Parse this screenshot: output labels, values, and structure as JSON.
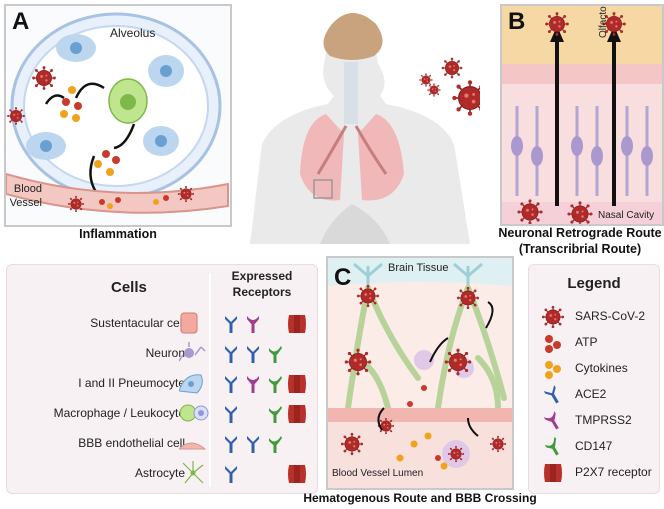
{
  "panels": {
    "a": {
      "letter": "A",
      "alveolus": "Alveolus",
      "blood_vessel": "Blood\nVessel",
      "caption": "Inflammation"
    },
    "b": {
      "letter": "B",
      "olfactory": "Olfactory Bulb",
      "nasal": "Nasal Cavity",
      "caption_1": "Neuronal Retrograde Route",
      "caption_2": "(Transcribrial Route)"
    },
    "c": {
      "letter": "C",
      "brain": "Brain Tissue",
      "lumen": "Blood Vessel Lumen",
      "caption": "Hematogenous Route and BBB Crossing"
    }
  },
  "table": {
    "title_cells": "Cells",
    "title_receptors_1": "Expressed",
    "title_receptors_2": "Receptors",
    "rows": [
      {
        "label": "Sustentacular cell",
        "receptors": [
          "ace2",
          "tmprss2",
          "",
          "p2x7"
        ]
      },
      {
        "label": "Neuron",
        "receptors": [
          "ace2",
          "ace2",
          "cd147",
          ""
        ]
      },
      {
        "label": "I and II Pneumocyte",
        "receptors": [
          "ace2",
          "tmprss2",
          "cd147",
          "p2x7"
        ]
      },
      {
        "label": "Macrophage / Leukocyte",
        "receptors": [
          "ace2",
          "",
          "cd147",
          "p2x7"
        ]
      },
      {
        "label": "BBB endothelial cell",
        "receptors": [
          "ace2",
          "ace2",
          "cd147",
          ""
        ]
      },
      {
        "label": "Astrocyte",
        "receptors": [
          "ace2",
          "",
          "",
          "p2x7"
        ]
      }
    ]
  },
  "legend": {
    "title": "Legend",
    "items": [
      {
        "label": "SARS-CoV-2",
        "icon": "virus-icon"
      },
      {
        "label": "ATP",
        "icon": "atp-icon"
      },
      {
        "label": "Cytokines",
        "icon": "cytokine-icon"
      },
      {
        "label": "ACE2",
        "icon": "ace2-icon"
      },
      {
        "label": "TMPRSS2",
        "icon": "tmprss2-icon"
      },
      {
        "label": "CD147",
        "icon": "cd147-icon"
      },
      {
        "label": "P2X7 receptor",
        "icon": "p2x7-icon"
      }
    ]
  },
  "colors": {
    "virus": "#b02a2a",
    "atp": "#c93a2a",
    "cytokine": "#f0a21b",
    "ace2": "#2f5fb0",
    "tmprss2": "#a03d8f",
    "cd147": "#3f9a3a",
    "p2x7": "#b8302a"
  }
}
